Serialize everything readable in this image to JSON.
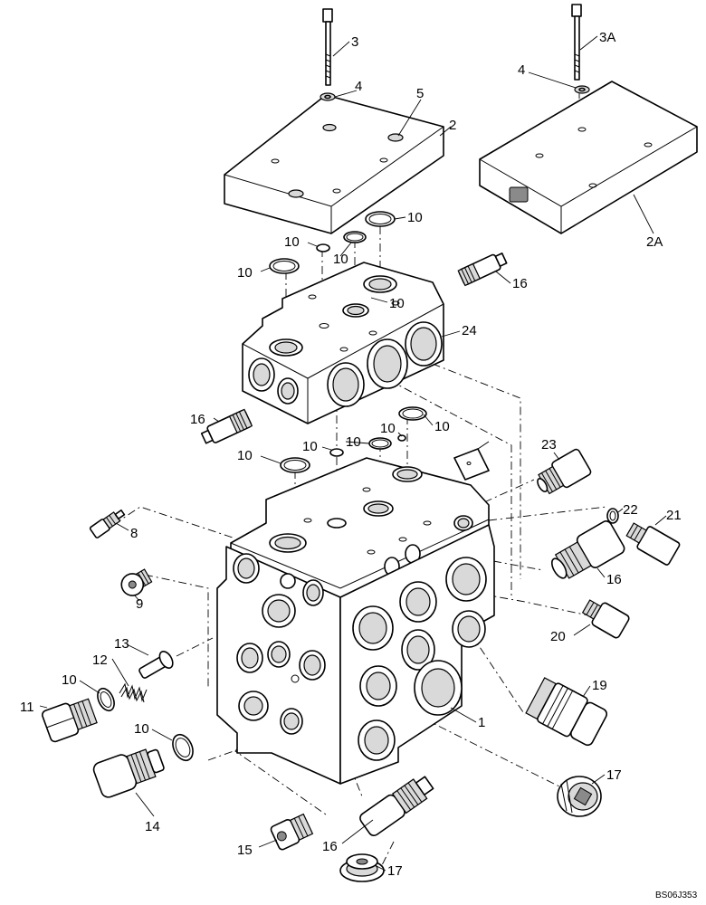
{
  "labels": {
    "l1": "1",
    "l2": "2",
    "l2a": "2A",
    "l3": "3",
    "l3a": "3A",
    "l4a": "4",
    "l4b": "4",
    "l5": "5",
    "l8": "8",
    "l9": "9",
    "l10": "10",
    "l11": "11",
    "l12": "12",
    "l13": "13",
    "l14": "14",
    "l15": "15",
    "l16": "16",
    "l17": "17",
    "l19": "19",
    "l20": "20",
    "l21": "21",
    "l22": "22",
    "l23": "23",
    "l24": "24"
  },
  "drawing_code": "BS06J353"
}
